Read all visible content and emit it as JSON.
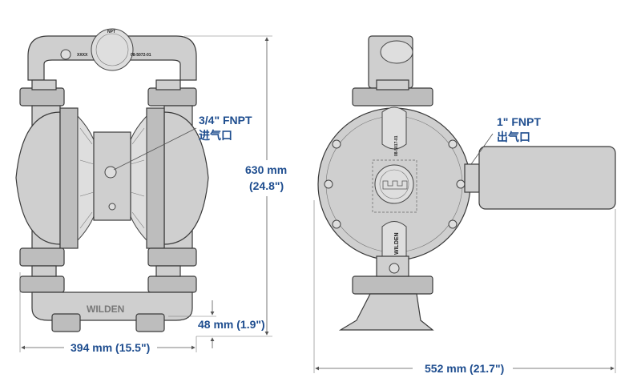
{
  "front_view": {
    "part_number": "08-5072-01",
    "cover_mark": "XXXX",
    "inlet_mark": "NPT",
    "brand": "WILDEN",
    "inlet_label": "3/4\" FNPT",
    "inlet_label_cn": "进气口",
    "height_mm": "630 mm",
    "height_in": "(24.8\")",
    "base_height": "48 mm (1.9\")",
    "width": "394 mm (15.5\")"
  },
  "side_view": {
    "part_number": "08-5017-01",
    "brand": "WILDEN",
    "outlet_label": "1\" FNPT",
    "outlet_label_cn": "出气口",
    "depth": "552 mm (21.7\")"
  },
  "colors": {
    "dimension_text": "#1e4d8f",
    "body": "#cfcfcf"
  }
}
